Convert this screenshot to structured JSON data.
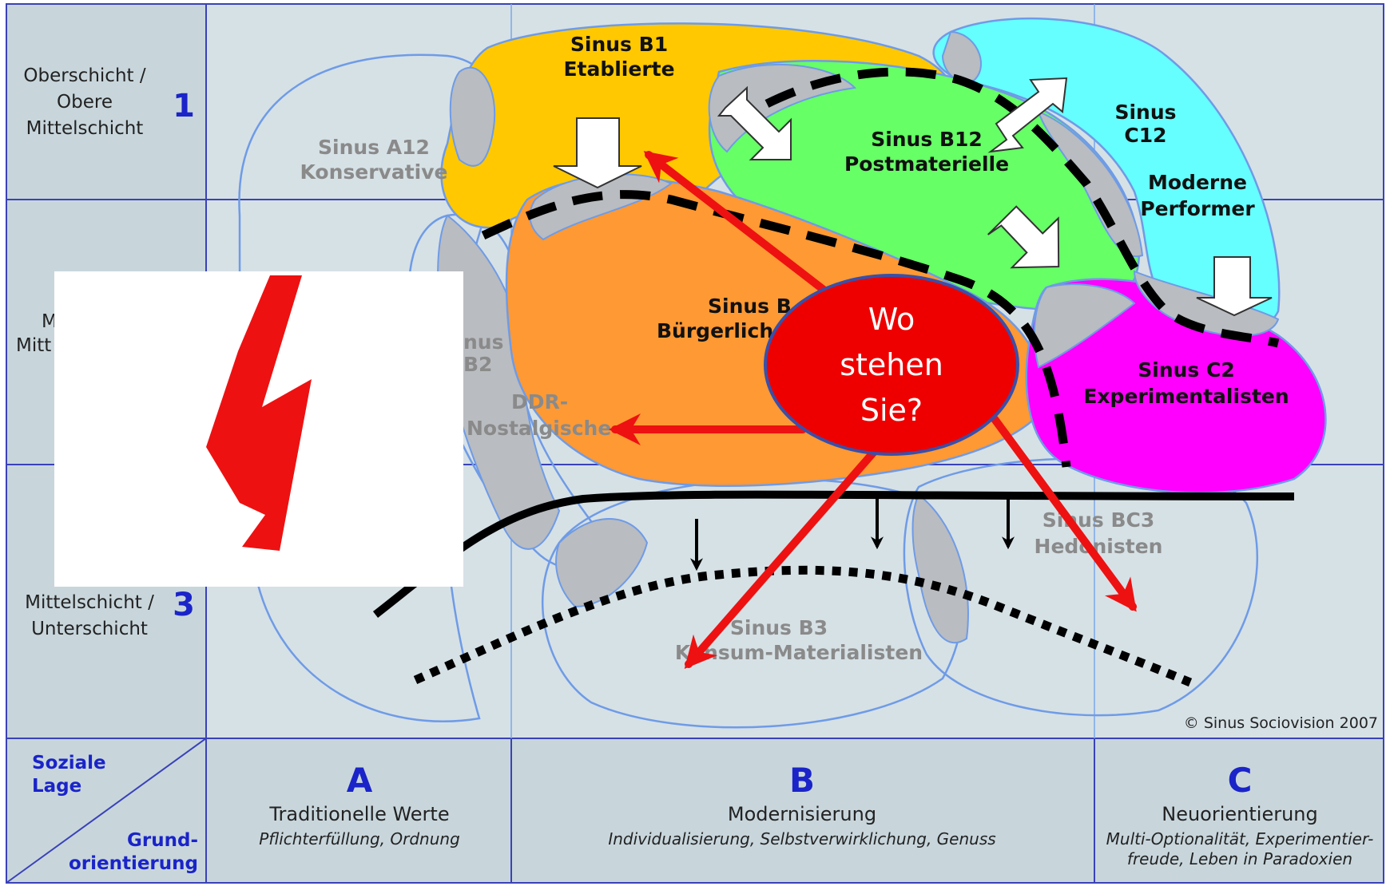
{
  "rows": [
    {
      "label_lines": [
        "Oberschicht /",
        "Obere",
        "Mittelschicht"
      ],
      "number": "1"
    },
    {
      "label_lines": [
        "M",
        "Mitt"
      ],
      "number": ""
    },
    {
      "label_lines": [
        "Mittelschicht /",
        "Unterschicht"
      ],
      "number": "3"
    }
  ],
  "columns": [
    {
      "letter": "A",
      "title": "Traditionelle Werte",
      "subtitle_lines": [
        "Pflichterfüllung, Ordnung"
      ]
    },
    {
      "letter": "B",
      "title": "Modernisierung",
      "subtitle_lines": [
        "Individualisierung, Selbstverwirklichung, Genuss"
      ]
    },
    {
      "letter": "C",
      "title": "Neuorientierung",
      "subtitle_lines": [
        "Multi-Optionalität, Experimentier-",
        "freude, Leben in Paradoxien"
      ]
    }
  ],
  "corner": {
    "top": [
      "Soziale",
      "Lage"
    ],
    "bottom": [
      "Grund-",
      "orientierung"
    ]
  },
  "milieus": {
    "b1": [
      "Sinus B1",
      "Etablierte"
    ],
    "a12": [
      "Sinus A12",
      "Konservative"
    ],
    "b12": [
      "Sinus B12",
      "Postmaterielle"
    ],
    "c12": [
      "Sinus",
      "C12"
    ],
    "performer": [
      "Moderne",
      "Performer"
    ],
    "b2": [
      "Sinus B",
      "Bürgerlich"
    ],
    "ab2": [
      "nus",
      "B2"
    ],
    "ddr": [
      "DDR-",
      "Nostalgische"
    ],
    "c2": [
      "Sinus C2",
      "Experimentalisten"
    ],
    "bc3": [
      "Sinus BC3",
      "Hedonisten"
    ],
    "b3": [
      "Sinus B3",
      "Konsum-Materialisten"
    ]
  },
  "bubble": [
    "Wo",
    "stehen",
    "Sie?"
  ],
  "copyright": "© Sinus Sociovision 2007",
  "colors": {
    "background": "#d6e1e6",
    "grid": "#3a42b8",
    "b1": "#ffc800",
    "b12": "#66ff66",
    "c12": "#66ffff",
    "b2": "#ff9933",
    "c2": "#ff00ff",
    "overlap": "#b9bcc0",
    "outline": "#6f9be6",
    "arrow": "#ee1111",
    "bubble": "#ee0000",
    "bubble_border": "#3a4fa8"
  }
}
